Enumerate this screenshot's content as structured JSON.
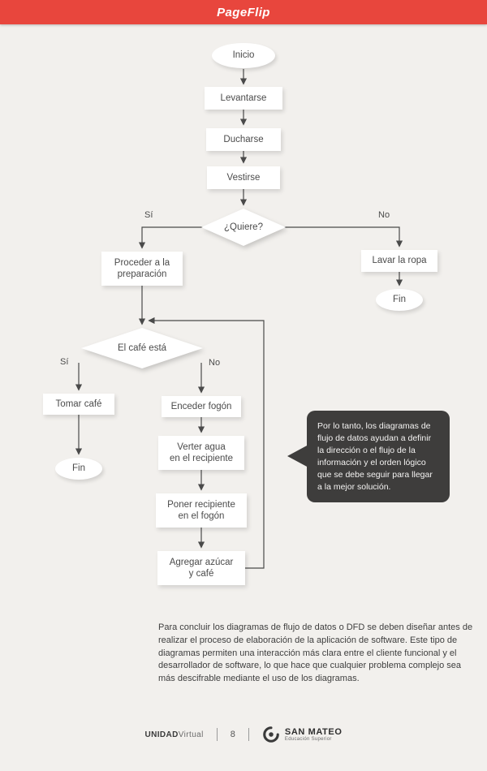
{
  "header": {
    "title": "PageFlip"
  },
  "flowchart": {
    "nodes": {
      "inicio": "Inicio",
      "levantarse": "Levantarse",
      "ducharse": "Ducharse",
      "vestirse": "Vestirse",
      "quiere": "¿Quiere?",
      "proceder": "Proceder a la\npreparación",
      "lavar_ropa": "Lavar la ropa",
      "fin_ropa": "Fin",
      "cafe_esta": "El café está",
      "tomar_cafe": "Tomar café",
      "fin_cafe": "Fin",
      "encender_fogon": "Enceder fogón",
      "verter_agua": "Verter agua\nen el recipiente",
      "poner_recipiente": "Poner recipiente\nen el fogón",
      "agregar_azucar": "Agregar azúcar\ny café"
    },
    "branch_labels": {
      "quiere_si": "Sí",
      "quiere_no": "No",
      "cafe_si": "Sí",
      "cafe_no": "No"
    }
  },
  "callout": {
    "text": "Por lo tanto, los diagramas de flujo de datos ayudan a definir la dirección o el flujo de la información y el orden lógico que se debe seguir para llegar a la mejor solución."
  },
  "conclusion": {
    "text": "Para concluir los diagramas de flujo de datos o DFD se deben diseñar antes de realizar el proceso de elaboración de la aplicación de software. Este tipo de diagramas permiten una interacción más clara entre el cliente funcional y el desarrollador de software, lo que hace que cualquier problema complejo sea más descifrable mediante el uso de los diagramas."
  },
  "footer": {
    "unit_bold": "UNIDAD",
    "unit_light": "Virtual",
    "page_number": "8",
    "brand_name": "SAN MATEO",
    "brand_subtitle": "Educación Superior"
  },
  "colors": {
    "header_red": "#e8463d",
    "page_bg": "#f2f0ed",
    "line": "#4a4a4a",
    "bubble_bg": "#3e3d3c",
    "node_bg": "#ffffff"
  }
}
